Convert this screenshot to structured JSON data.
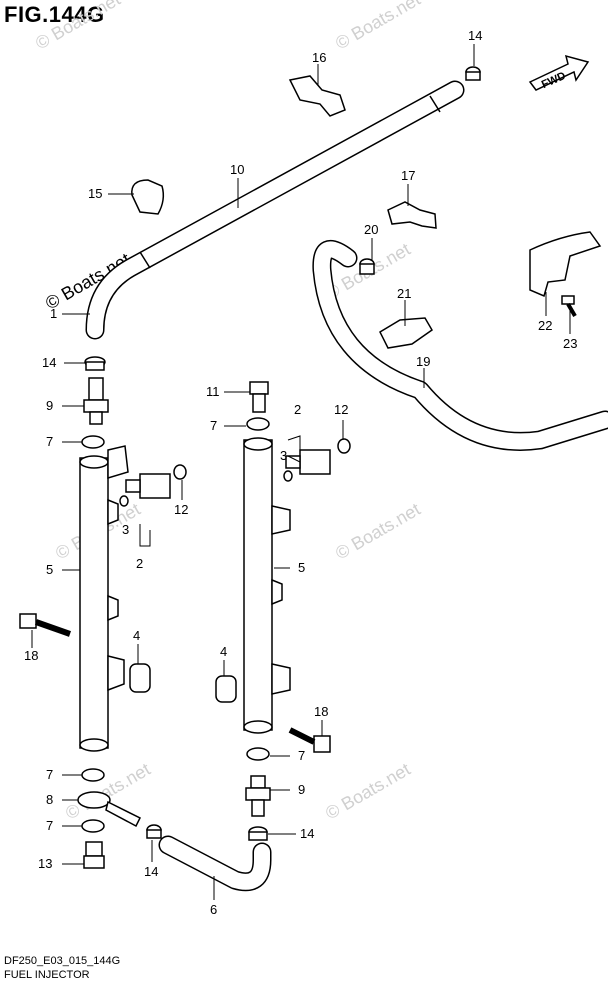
{
  "title": "FIG.144G",
  "fwd_label": "FWD",
  "watermark_text": "© Boats.net",
  "footer": {
    "code": "DF250_E03_015_144G",
    "name": "FUEL INJECTOR"
  },
  "callouts": [
    "14",
    "16",
    "10",
    "15",
    "17",
    "20",
    "22",
    "23",
    "21",
    "19",
    "1",
    "14",
    "9",
    "11",
    "7",
    "2",
    "12",
    "7",
    "3",
    "5",
    "12",
    "3",
    "2",
    "5",
    "18",
    "4",
    "4",
    "18",
    "7",
    "7",
    "9",
    "8",
    "7",
    "14",
    "13",
    "14",
    "6"
  ],
  "colors": {
    "line": "#000000",
    "watermark": "#d0d0d0",
    "background": "#ffffff"
  }
}
